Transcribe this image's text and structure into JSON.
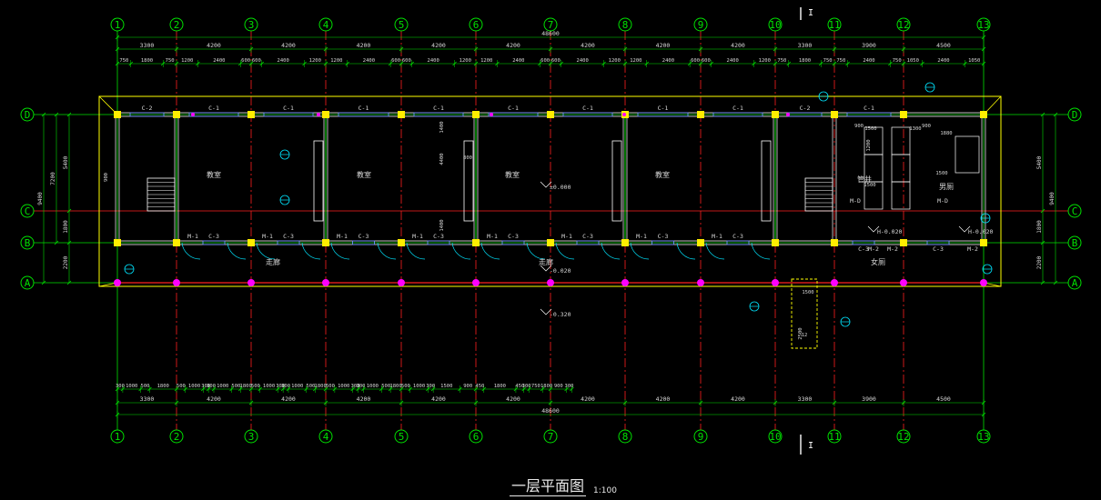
{
  "title": "一层平面图",
  "scale": "1:100",
  "section_mark": "I",
  "axes_x": [
    "1",
    "2",
    "3",
    "4",
    "5",
    "6",
    "7",
    "8",
    "9",
    "10",
    "11",
    "12",
    "13"
  ],
  "axes_y": [
    "D",
    "C",
    "B",
    "A"
  ],
  "top_total": "48600",
  "bottom_total": "48600",
  "top_bays": [
    "3300",
    "4200",
    "4200",
    "4200",
    "4200",
    "4200",
    "4200",
    "4200",
    "4200",
    "3300",
    "3900",
    "4500"
  ],
  "bottom_bays": [
    "3300",
    "4200",
    "4200",
    "4200",
    "4200",
    "4200",
    "4200",
    "4200",
    "4200",
    "3300",
    "3900",
    "4500"
  ],
  "top_subdims": [
    "750",
    "1800",
    "750",
    "1200",
    "2400",
    "600",
    "600",
    "2400",
    "1200",
    "1200",
    "2400",
    "600",
    "600",
    "2400",
    "1200",
    "1200",
    "2400",
    "600",
    "600",
    "2400",
    "1200",
    "1200",
    "2400",
    "600",
    "600",
    "2400",
    "1200",
    "750",
    "1800",
    "750",
    "750",
    "2400",
    "750",
    "1050",
    "2400",
    "1050"
  ],
  "bottom_subdims": [
    "300",
    "1000",
    "500",
    "1800",
    "500",
    "1000",
    "300",
    "300",
    "1000",
    "500",
    "1800",
    "500",
    "1000",
    "300",
    "300",
    "1000",
    "500",
    "1800",
    "500",
    "1000",
    "300",
    "300",
    "1000",
    "500",
    "1800",
    "500",
    "1000",
    "300",
    "1500",
    "900",
    "450",
    "1800",
    "450",
    "300",
    "750",
    "1800",
    "900",
    "300"
  ],
  "side_left": [
    "9400",
    "7200",
    "5400",
    "1800",
    "2200"
  ],
  "side_right": [
    "5400",
    "9400",
    "1800",
    "2200"
  ],
  "window_labels": [
    "C-2",
    "C-1",
    "C-1",
    "C-1",
    "C-1",
    "C-1",
    "C-1",
    "C-1",
    "C-1",
    "C-2",
    "C-1",
    "C-3",
    "C-3",
    "C-3",
    "C-3",
    "C-3",
    "C-3",
    "C-3",
    "C-3",
    "C-3",
    "C-3"
  ],
  "door_labels": [
    "M-1",
    "M-1",
    "M-1",
    "M-1",
    "M-1",
    "M-1",
    "M-1",
    "M-1",
    "M-1",
    "M-2",
    "M-2",
    "M-2",
    "M-D",
    "M-D"
  ],
  "room_labels": [
    "教室",
    "教室",
    "教室",
    "教室",
    "走廊",
    "走廊",
    "女厕",
    "男厕",
    "管井"
  ],
  "elevations": [
    "±0.000",
    "-0.020",
    "-0.320",
    "H-0.020",
    "H-0.020"
  ],
  "interior_dims": [
    "900",
    "1400",
    "4400",
    "1400",
    "800",
    "2500",
    "1500",
    "900",
    "1200",
    "1500",
    "12",
    "1500",
    "1300",
    "900",
    "1880",
    "1500"
  ],
  "colors": {
    "background": "#000000",
    "axis_green": "#00e000",
    "dim_white": "#d8d8d8",
    "wall_yellow": "#ffff00",
    "column_yellow": "#ffee00",
    "grid_red": "#ff2020",
    "magenta": "#ff00ff",
    "cyan": "#00e5ff",
    "window_blue": "#6f8fff"
  }
}
